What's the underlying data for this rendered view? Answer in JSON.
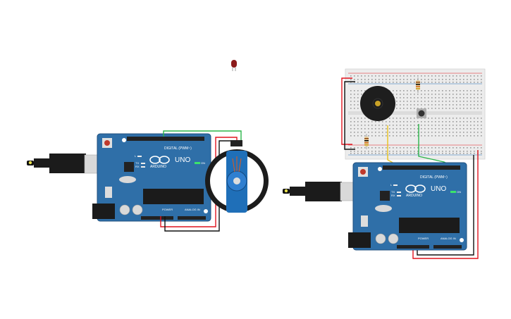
{
  "boards": [
    {
      "brand": "ARDUINO",
      "model": "UNO",
      "header_digital": "DIGITAL (PWM~)",
      "header_power": "POWER",
      "header_analog": "ANALOG IN",
      "led_on": "ON",
      "led_tx": "TX",
      "led_rx": "RX",
      "led_l": "L"
    },
    {
      "brand": "ARDUINO",
      "model": "UNO",
      "header_digital": "DIGITAL (PWM~)",
      "header_power": "POWER",
      "header_analog": "ANALOG IN",
      "led_on": "ON",
      "led_tx": "TX",
      "led_rx": "RX",
      "led_l": "L"
    }
  ],
  "components": {
    "led": {
      "color": "#8b1a1a"
    },
    "servo": {
      "color": "#1f6fb8",
      "wheel_color": "#222222"
    },
    "buzzer": {
      "color": "#1e1e1e"
    },
    "resistor_band_colors": [
      "#8b4513",
      "#000000",
      "#d2691e",
      "#c9a227"
    ],
    "pushbutton": {
      "color": "#333333"
    }
  },
  "wire_colors": {
    "power": "#e0141e",
    "ground": "#111111",
    "signal_green": "#2bb54a",
    "signal_yellow": "#e8c21c"
  },
  "accent_colors": {
    "board_blue": "#2f6fa8",
    "board_dark": "#1f4f7e",
    "usb_black": "#1b1b1b",
    "usb_silver": "#d9d9d9",
    "breadboard": "#ececec"
  }
}
